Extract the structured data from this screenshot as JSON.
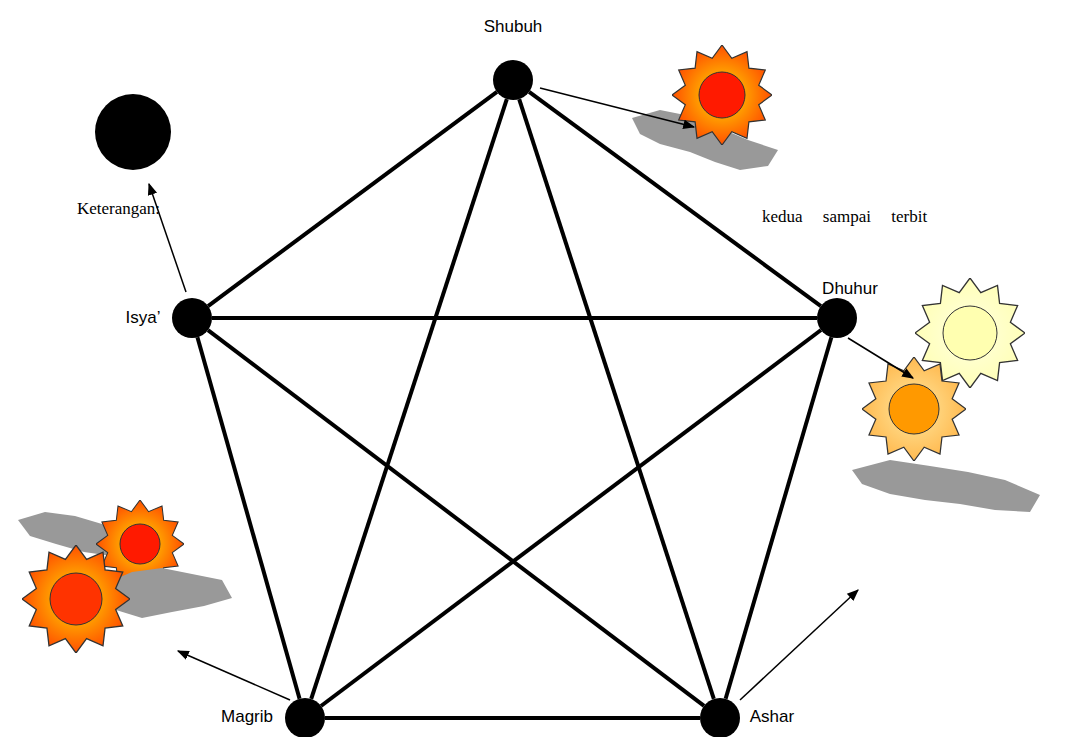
{
  "diagram": {
    "nodes": [
      {
        "text": [
          "Shubuh"
        ]
      },
      {
        "text": [
          "Isya’"
        ]
      },
      {
        "text": [
          "Dhuhur"
        ]
      },
      {
        "text": [
          "Magrib"
        ]
      },
      {
        "text": [
          "Ashar"
        ]
      }
    ],
    "edges": [
      {
        "from": 0,
        "to": 1,
        "arrow": "none"
      },
      {
        "from": 0,
        "to": 2,
        "arrow": "none"
      },
      {
        "from": 0,
        "to": 3,
        "arrow": "none"
      },
      {
        "from": 0,
        "to": 4,
        "arrow": "none"
      },
      {
        "from": 1,
        "to": 2,
        "arrow": "none"
      },
      {
        "from": 1,
        "to": 3,
        "arrow": "none"
      },
      {
        "from": 1,
        "to": 4,
        "arrow": "none"
      },
      {
        "from": 2,
        "to": 3,
        "arrow": "none"
      },
      {
        "from": 2,
        "to": 4,
        "arrow": "none"
      },
      {
        "from": 3,
        "to": 4,
        "arrow": "none"
      }
    ],
    "labels": [
      "Keterangan:",
      "kedua sampai terbit"
    ]
  }
}
